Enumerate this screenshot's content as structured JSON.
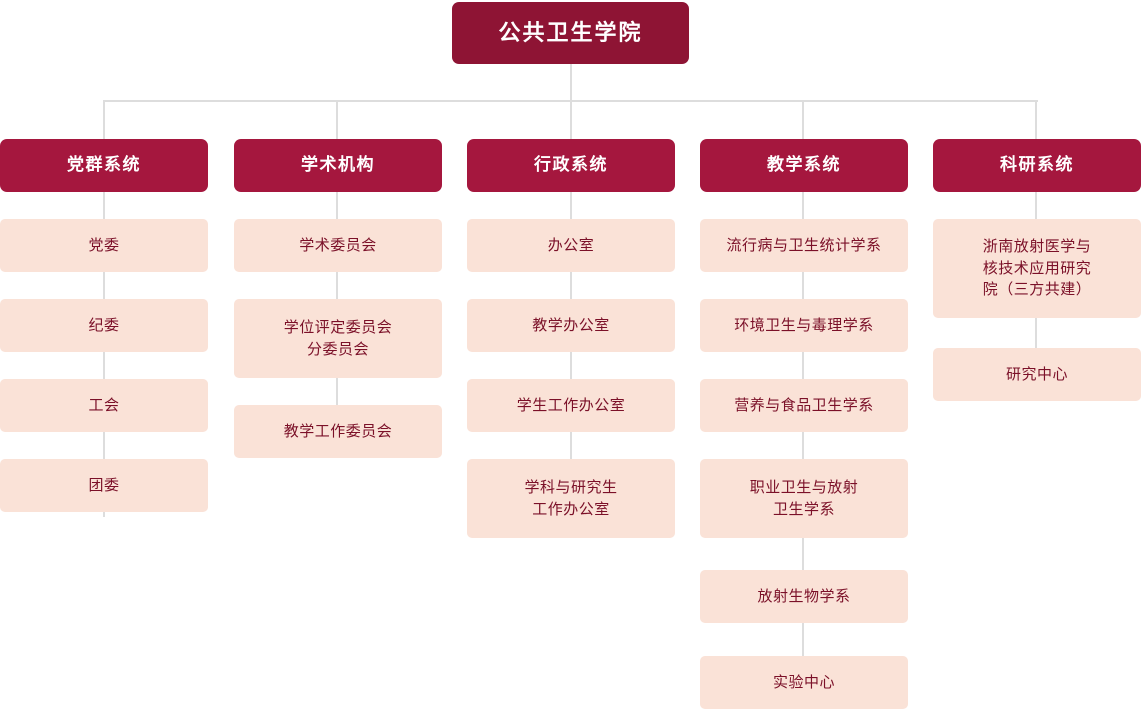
{
  "chart_data": {
    "type": "diagram",
    "diagram_type": "organizational-chart",
    "title": "公共卫生学院",
    "colors": {
      "root_box": "#8E1434",
      "header_box": "#A5173E",
      "leaf_box": "#FAE2D7",
      "leaf_text": "#7B1028",
      "header_text": "#FFFFFF",
      "connector_line": "#DDDDDD",
      "background": "#FFFFFF"
    },
    "root": {
      "label": "公共卫生学院"
    },
    "columns": [
      {
        "id": "party-mass-system",
        "header": "党群系统",
        "children": [
          {
            "label": "党委"
          },
          {
            "label": "纪委"
          },
          {
            "label": "工会"
          },
          {
            "label": "团委"
          }
        ]
      },
      {
        "id": "academic-institutions",
        "header": "学术机构",
        "children": [
          {
            "label": "学术委员会"
          },
          {
            "label": "学位评定委员会\n分委员会"
          },
          {
            "label": "教学工作委员会"
          }
        ]
      },
      {
        "id": "administrative-system",
        "header": "行政系统",
        "children": [
          {
            "label": "办公室"
          },
          {
            "label": "教学办公室"
          },
          {
            "label": "学生工作办公室"
          },
          {
            "label": "学科与研究生\n工作办公室"
          }
        ]
      },
      {
        "id": "teaching-system",
        "header": "教学系统",
        "children": [
          {
            "label": "流行病与卫生统计学系"
          },
          {
            "label": "环境卫生与毒理学系"
          },
          {
            "label": "营养与食品卫生学系"
          },
          {
            "label": "职业卫生与放射\n卫生学系"
          },
          {
            "label": "放射生物学系"
          },
          {
            "label": "实验中心"
          }
        ]
      },
      {
        "id": "research-system",
        "header": "科研系统",
        "children": [
          {
            "label": "浙南放射医学与\n核技术应用研究\n院（三方共建）"
          },
          {
            "label": "研究中心"
          }
        ]
      }
    ]
  }
}
